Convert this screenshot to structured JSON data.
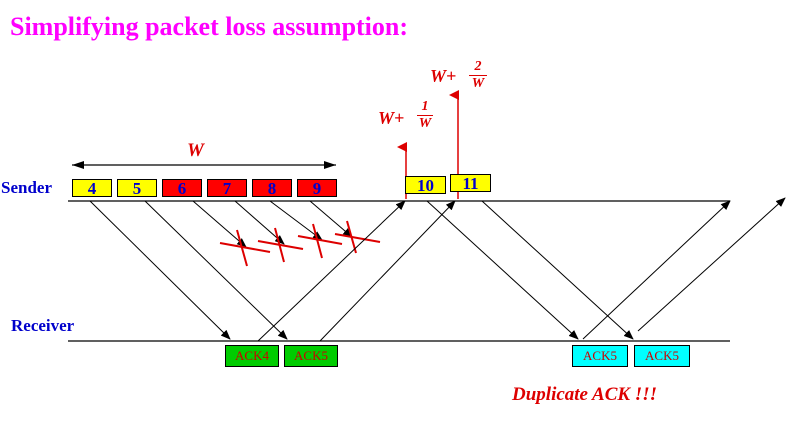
{
  "title": "Simplifying packet loss assumption:",
  "sender_label": "Sender",
  "receiver_label": "Receiver",
  "window_label": "W",
  "packets": [
    {
      "label": "4",
      "color": "#ffff00"
    },
    {
      "label": "5",
      "color": "#ffff00"
    },
    {
      "label": "6",
      "color": "#ff0000"
    },
    {
      "label": "7",
      "color": "#ff0000"
    },
    {
      "label": "8",
      "color": "#ff0000"
    },
    {
      "label": "9",
      "color": "#ff0000"
    },
    {
      "label": "10",
      "color": "#ffff00"
    },
    {
      "label": "11",
      "color": "#ffff00"
    }
  ],
  "acks": [
    {
      "label": "ACK4",
      "bg": "#00cc00",
      "text_color": "#cc0000"
    },
    {
      "label": "ACK5",
      "bg": "#00cc00",
      "text_color": "#cc0000"
    },
    {
      "label": "ACK5",
      "bg": "#00ffff",
      "text_color": "#cc0000"
    },
    {
      "label": "ACK5",
      "bg": "#00ffff",
      "text_color": "#cc0000"
    }
  ],
  "increment_1": {
    "prefix": "W+",
    "num": "1",
    "den": "W"
  },
  "increment_2": {
    "prefix": "W+",
    "num": "2",
    "den": "W"
  },
  "duplicate_label": "Duplicate ACK !!!"
}
